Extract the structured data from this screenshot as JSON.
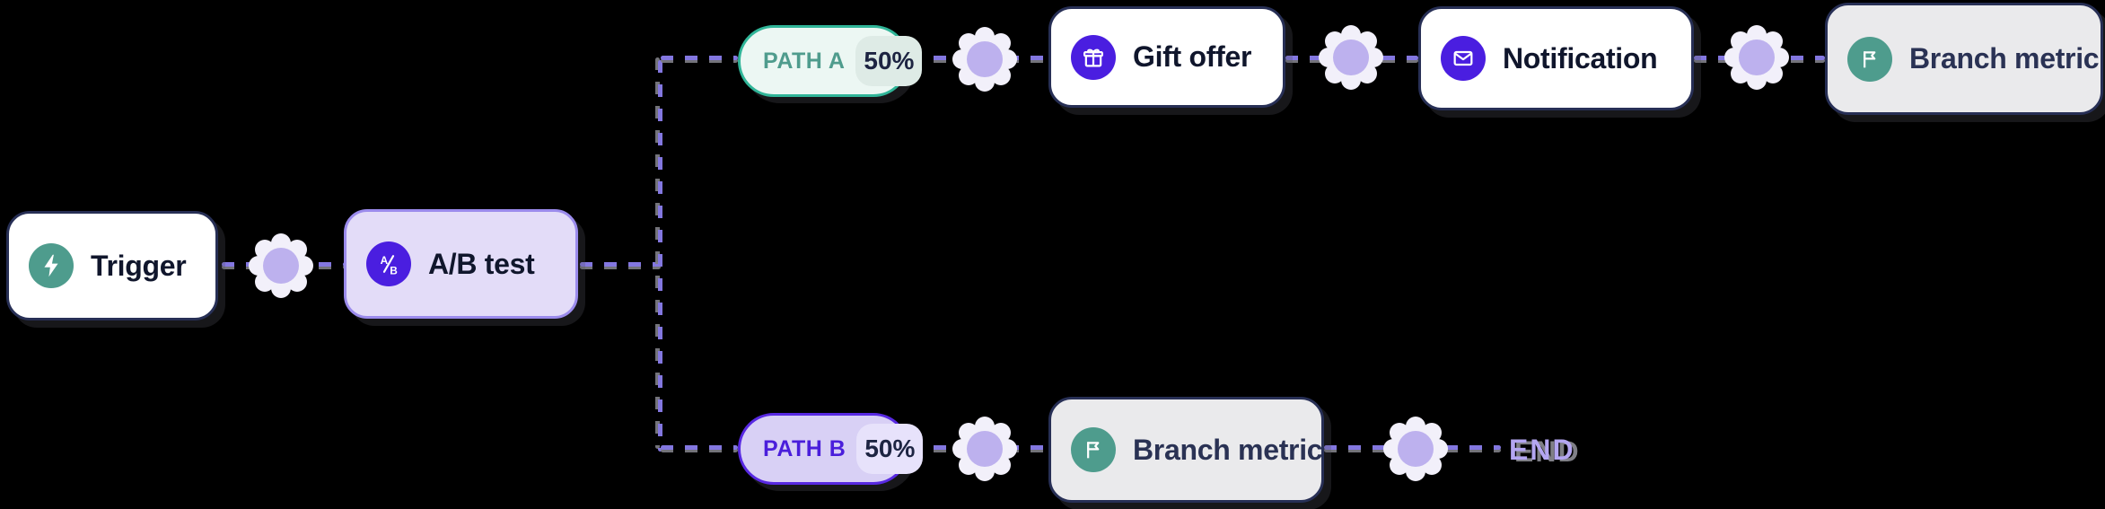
{
  "diagram": {
    "nodes": {
      "trigger": {
        "label": "Trigger",
        "icon": "lightning-icon"
      },
      "ab_test": {
        "label": "A/B test",
        "icon": "ab-test-icon"
      },
      "gift_offer": {
        "label": "Gift offer",
        "icon": "gift-icon"
      },
      "notification": {
        "label": "Notification",
        "icon": "mail-icon"
      },
      "branch_metric_top": {
        "label": "Branch metric",
        "icon": "flag-icon"
      },
      "branch_metric_bottom": {
        "label": "Branch metric",
        "icon": "flag-icon"
      }
    },
    "paths": {
      "path_a": {
        "label": "PATH A",
        "percentage": "50%"
      },
      "path_b": {
        "label": "PATH B",
        "percentage": "50%"
      }
    },
    "end_label": "END",
    "colors": {
      "background": "#000000",
      "node_border_navy": "#272F55",
      "node_text": "#10162C",
      "teal_icon": "#4E9C8D",
      "indigo_icon": "#4A1EE0",
      "lavender_node_bg": "#E3DCF8",
      "lavender_node_border": "#9B8BEC",
      "gray_node_bg": "#EAEAEC",
      "dash_purple": "#8377E0",
      "dash_shadow_gray": "#7D7D84",
      "dot_fill": "#BDB1EE",
      "dot_ring": "#F2F0FA",
      "path_a_bg": "#ECF7F3",
      "path_a_border": "#30B598",
      "path_a_text": "#4F9C8D",
      "path_b_bg": "#D8D0F5",
      "path_b_border": "#5829E2",
      "path_b_text": "#4A1EDB",
      "chip_text": "#1D2442",
      "end_text": "#B4A6F1"
    }
  }
}
